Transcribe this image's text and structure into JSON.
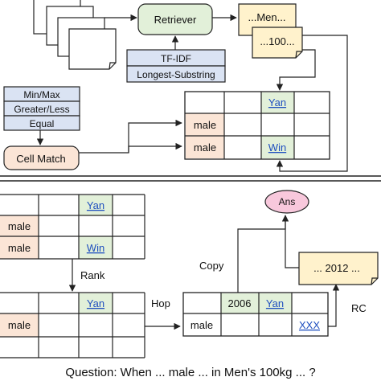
{
  "top": {
    "retriever": "Retriever",
    "tfidf": "TF-IDF",
    "longest_substring": "Longest-Substring",
    "doc1": "...Men...",
    "doc2": "...100...",
    "ops": [
      "Min/Max",
      "Greater/Less",
      "Equal"
    ],
    "cell_match": "Cell Match",
    "cells": {
      "yan": "Yan",
      "male1": "male",
      "male2": "male",
      "win": "Win"
    }
  },
  "bottom": {
    "table1": {
      "yan": "Yan",
      "male": "male",
      "male2": "male",
      "win": "Win"
    },
    "rank": "Rank",
    "table2": {
      "yan": "Yan",
      "male": "male"
    },
    "hop": "Hop",
    "table3": {
      "year": "2006",
      "yan": "Yan",
      "male": "male",
      "xxx": "XXX"
    },
    "copy": "Copy",
    "ans": "Ans",
    "passage": "... 2012 ...",
    "rc": "RC",
    "question": "Question: When ... male ... in Men's 100kg ... ?"
  },
  "colors": {
    "green": "#e2f0d9",
    "yellow": "#fff2cc",
    "orange": "#fbe5d6",
    "blue": "#dae3f3",
    "pink": "#f8c8dc",
    "link": "#1f4fbf"
  }
}
